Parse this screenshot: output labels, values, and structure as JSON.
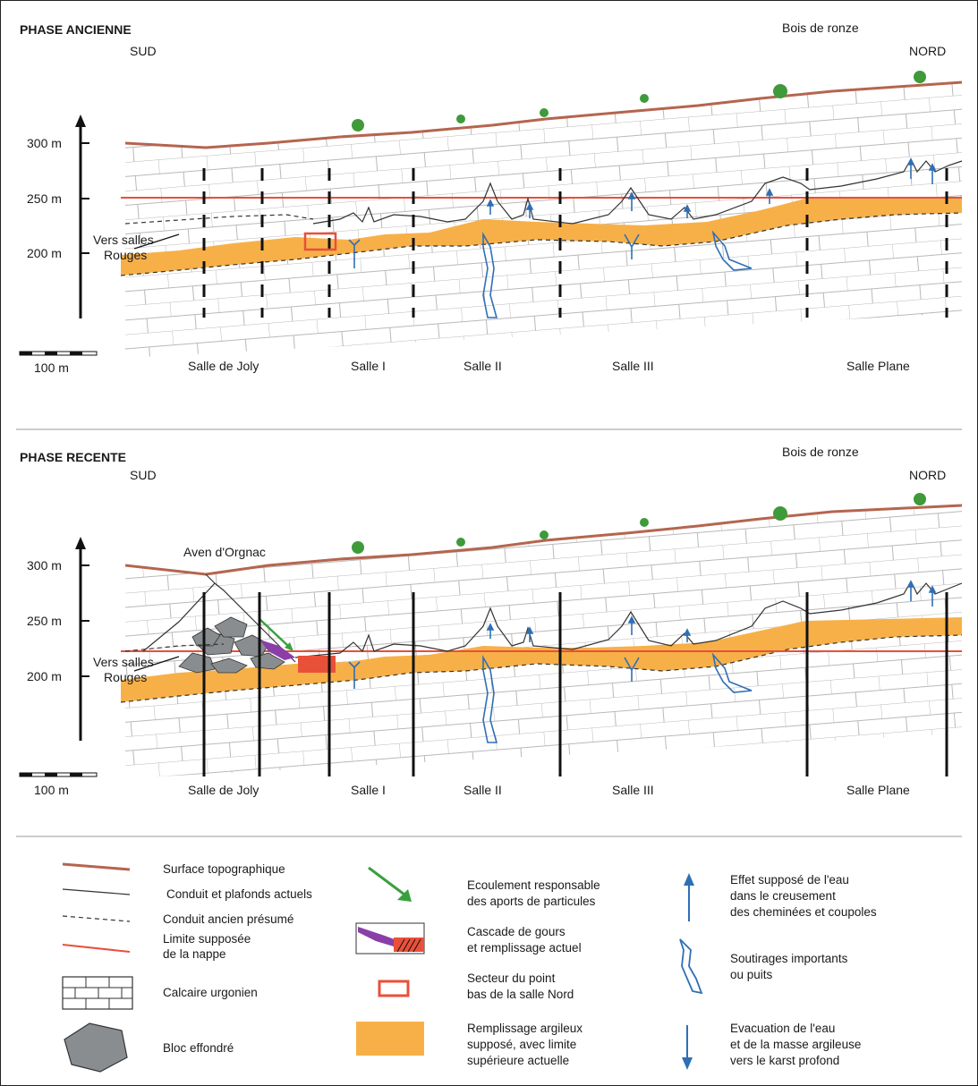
{
  "panels": [
    {
      "title": "PHASE ANCIENNE",
      "south": "SUD",
      "north": "NORD",
      "forest": "Bois de ronze",
      "elevations": [
        "300 m",
        "250 m",
        "200 m"
      ],
      "scale": "100 m",
      "side_note": [
        "Vers salles",
        "Rouges"
      ],
      "rooms": [
        "Salle de Joly",
        "Salle I",
        "Salle II",
        "Salle III",
        "Salle Plane"
      ]
    },
    {
      "title": "PHASE RECENTE",
      "south": "SUD",
      "north": "NORD",
      "forest": "Bois de ronze",
      "elevations": [
        "300 m",
        "250 m",
        "200 m"
      ],
      "scale": "100 m",
      "side_note": [
        "Vers salles",
        "Rouges"
      ],
      "aven": "Aven d'Orgnac",
      "rooms": [
        "Salle de Joly",
        "Salle I",
        "Salle II",
        "Salle III",
        "Salle Plane"
      ]
    }
  ],
  "legend": {
    "col1": [
      {
        "icon": "topography-line",
        "lines": [
          "Surface topographique"
        ]
      },
      {
        "icon": "conduit-line",
        "lines": [
          "Conduit et plafonds actuels"
        ]
      },
      {
        "icon": "dashed-line",
        "lines": [
          "Conduit ancien présumé"
        ]
      },
      {
        "icon": "water-table-line",
        "lines": [
          "Limite supposée",
          "de la nappe"
        ]
      },
      {
        "icon": "limestone-block",
        "lines": [
          "Calcaire urgonien"
        ]
      },
      {
        "icon": "fallen-block",
        "lines": [
          "Bloc effondré"
        ]
      }
    ],
    "col2": [
      {
        "icon": "green-arrow",
        "lines": [
          "Ecoulement responsable",
          "des aports de particules"
        ]
      },
      {
        "icon": "cascade",
        "lines": [
          "Cascade de gours",
          "et remplissage actuel"
        ]
      },
      {
        "icon": "red-rect",
        "lines": [
          "Secteur du point",
          "bas de la salle Nord"
        ]
      },
      {
        "icon": "clay-fill",
        "lines": [
          "Remplissage argileux",
          "supposé, avec limite",
          "supérieure actuelle"
        ]
      }
    ],
    "col3": [
      {
        "icon": "up-arrow",
        "lines": [
          "Effet supposé de l'eau",
          "dans le creusement",
          "des cheminées et coupoles"
        ]
      },
      {
        "icon": "shaft",
        "lines": [
          "Soutirages importants",
          "ou puits"
        ]
      },
      {
        "icon": "down-arrow",
        "lines": [
          "Evacuation de l'eau",
          "et de la masse argileuse",
          "vers le karst profond"
        ]
      }
    ]
  },
  "colors": {
    "topography": "#b5654f",
    "water_table": "#e8503a",
    "clay": "#f7b048",
    "tree": "#3f9a3a",
    "conduit_blue": "#2f6fb5",
    "green_arrow": "#3aa03f",
    "cascade": "#8a3ea8",
    "block": "#8a8d90"
  }
}
